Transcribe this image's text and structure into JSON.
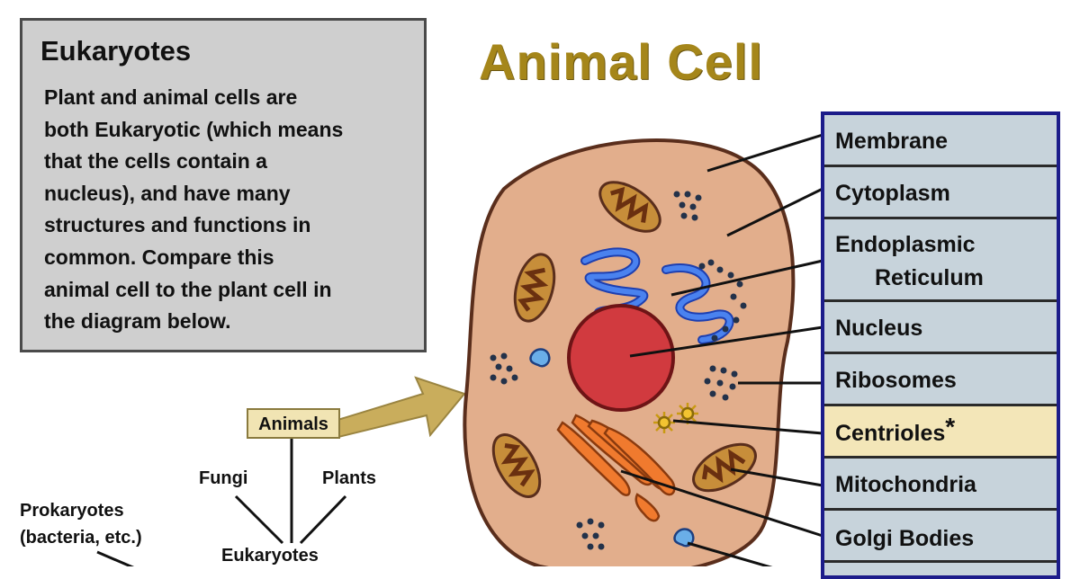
{
  "info_box": {
    "title": "Eukaryotes",
    "body": "Plant and animal cells are both Eukaryotic (which means that the cells contain a nucleus), and have many structures and functions in common. Compare this animal cell to the plant cell in the diagram below.",
    "lines": [
      "Plant and animal cells are",
      "both Eukaryotic (which means",
      "that the cells contain a",
      "nucleus), and have many",
      "structures and functions in",
      "common. Compare this",
      "animal cell to the plant cell in",
      "the diagram below."
    ]
  },
  "title": "Animal Cell",
  "legend": {
    "items": [
      {
        "label": "Membrane"
      },
      {
        "label": "Cytoplasm"
      },
      {
        "label": "Endoplasmic",
        "label2": "Reticulum"
      },
      {
        "label": "Nucleus"
      },
      {
        "label": "Ribosomes"
      },
      {
        "label": "Centrioles",
        "suffix": "*",
        "highlight": true
      },
      {
        "label": "Mitochondria"
      },
      {
        "label": "Golgi Bodies"
      }
    ]
  },
  "tree": {
    "animals": "Animals",
    "fungi": "Fungi",
    "plants": "Plants",
    "eukaryotes": "Eukaryotes",
    "prokaryotes_1": "Prokaryotes",
    "prokaryotes_2": "(bacteria, etc.)"
  },
  "colors": {
    "title": "#a5861a",
    "cytoplasm": "#e2ae8c",
    "nucleus": "#d13a3f",
    "er": "#3f74e8",
    "golgi": "#f07a2e",
    "mitochondria": "#7a3a12",
    "legend_bg": "#c7d3db",
    "legend_border": "#1c1c8a",
    "highlight": "#f3e6b8",
    "arrow": "#c9ad5c"
  }
}
